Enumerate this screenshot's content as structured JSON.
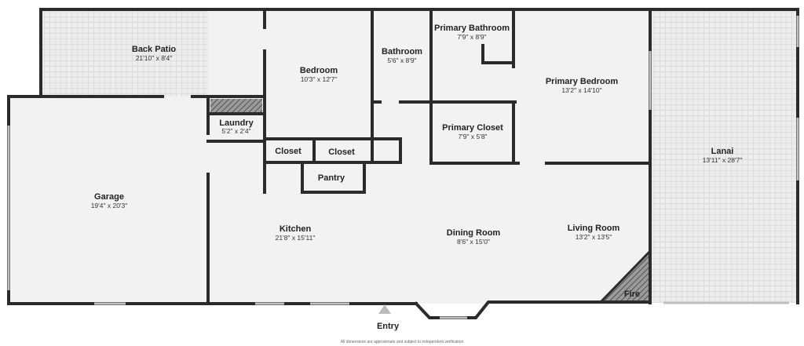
{
  "rooms": [
    {
      "id": "back-patio",
      "name": "Back Patio",
      "dims": "21'10\" x 8'4\""
    },
    {
      "id": "bedroom",
      "name": "Bedroom",
      "dims": "10'3\" x 12'7\""
    },
    {
      "id": "bathroom",
      "name": "Bathroom",
      "dims": "5'6\" x 8'9\""
    },
    {
      "id": "primary-bathroom",
      "name": "Primary Bathroom",
      "dims": "7'9\" x 8'9\""
    },
    {
      "id": "primary-bedroom",
      "name": "Primary Bedroom",
      "dims": "13'2\" x 14'10\""
    },
    {
      "id": "lanai",
      "name": "Lanai",
      "dims": "13'11\" x 28'7\""
    },
    {
      "id": "laundry",
      "name": "Laundry",
      "dims": "5'2\" x 2'4\""
    },
    {
      "id": "primary-closet",
      "name": "Primary Closet",
      "dims": "7'9\" x 5'8\""
    },
    {
      "id": "garage",
      "name": "Garage",
      "dims": "19'4\" x 20'3\""
    },
    {
      "id": "kitchen",
      "name": "Kitchen",
      "dims": "21'8\" x 15'11\""
    },
    {
      "id": "dining-room",
      "name": "Dining Room",
      "dims": "8'6\" x 15'0\""
    },
    {
      "id": "living-room",
      "name": "Living Room",
      "dims": "13'2\" x 13'5\""
    }
  ],
  "labels": {
    "closet_1": "Closet",
    "closet_2": "Closet",
    "pantry": "Pantry",
    "fire": "Fire",
    "entry": "Entry"
  },
  "footer": "All dimensions are approximate and subject to independent verification",
  "colors": {
    "wall": "#2b2b2b",
    "floor": "#f2f2f2",
    "patio": "#ececec",
    "window": "#d6d6d6"
  }
}
